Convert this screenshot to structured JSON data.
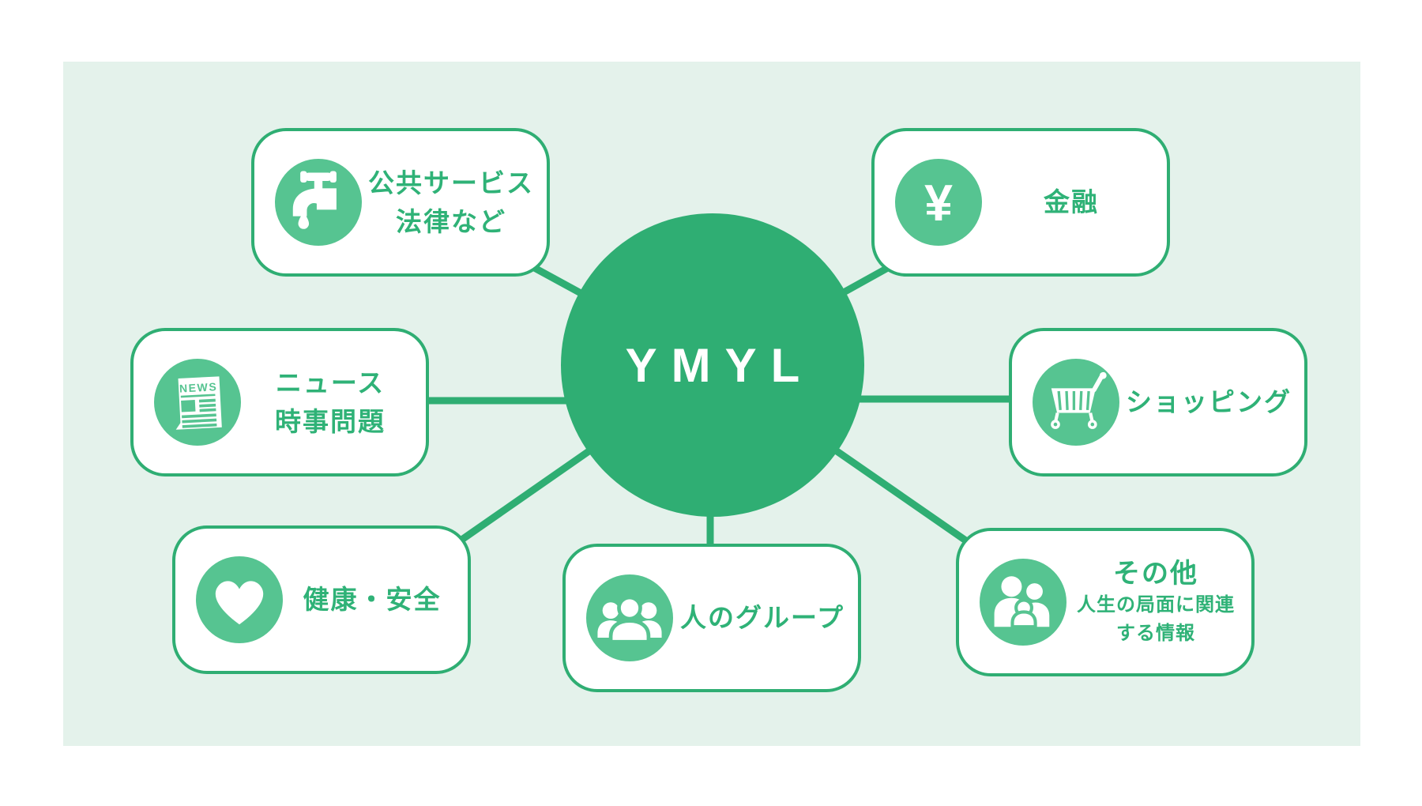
{
  "center_label": "YMYL",
  "colors": {
    "primary": "#2FAE73",
    "icon_circle": "#56C491",
    "panel_bg": "#E4F2EB",
    "card_border": "#2FAE73",
    "card_bg": "#FFFFFF",
    "text_green": "#2FB277"
  },
  "cards": [
    {
      "name": "public-services-law",
      "icon": "faucet-icon",
      "lines": [
        "公共サービス",
        "法律など"
      ]
    },
    {
      "name": "finance",
      "icon": "yen-icon",
      "lines": [
        "金融"
      ]
    },
    {
      "name": "news-current-events",
      "icon": "newspaper-icon",
      "lines": [
        "ニュース",
        "時事問題"
      ]
    },
    {
      "name": "shopping",
      "icon": "cart-icon",
      "lines": [
        "ショッピング"
      ]
    },
    {
      "name": "health-safety",
      "icon": "heart-icon",
      "lines": [
        "健康・安全"
      ]
    },
    {
      "name": "groups-of-people",
      "icon": "people-icon",
      "lines": [
        "人のグループ"
      ]
    },
    {
      "name": "others",
      "icon": "family-icon",
      "title": "その他",
      "lines": [
        "人生の局面に関連",
        "する情報"
      ]
    }
  ],
  "icon_text": {
    "news": "NEWS",
    "yen": "¥"
  }
}
